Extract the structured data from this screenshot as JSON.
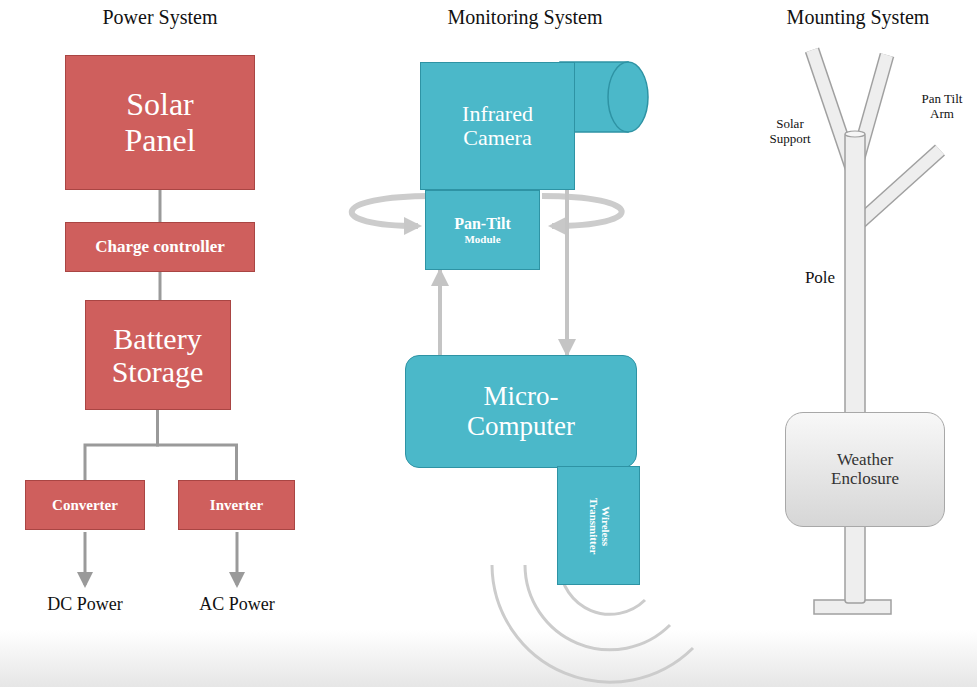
{
  "diagram": {
    "nodes": [
      {
        "text": [
          "Solar Panel"
        ]
      },
      {
        "text": [
          "Charge controller"
        ]
      },
      {
        "text": [
          "Battery Storage"
        ]
      },
      {
        "text": [
          "Converter"
        ]
      },
      {
        "text": [
          "Inverter"
        ]
      },
      {
        "text": [
          "Infrared Camera"
        ]
      },
      {
        "text": [
          "Pan-Tilt",
          "Module"
        ]
      },
      {
        "text": [
          "Micro-Computer"
        ]
      },
      {
        "text": [
          "Wireless Transmitter"
        ]
      },
      {
        "text": [
          "Weather Enclosure"
        ]
      }
    ],
    "edges": [
      {
        "from": 0,
        "to": 1,
        "arrow": "none"
      },
      {
        "from": 1,
        "to": 2,
        "arrow": "none"
      },
      {
        "from": 2,
        "to": 3,
        "arrow": "none"
      },
      {
        "from": 2,
        "to": 4,
        "arrow": "none"
      },
      {
        "from": 7,
        "to": 6,
        "arrow": "to"
      },
      {
        "from": 5,
        "to": 7,
        "arrow": "to"
      }
    ],
    "labels": [
      "Power System",
      "Monitoring System",
      "Mounting System",
      "DC Power",
      "AC Power",
      "Solar Support",
      "Pan Tilt Arm",
      "Pole"
    ]
  }
}
